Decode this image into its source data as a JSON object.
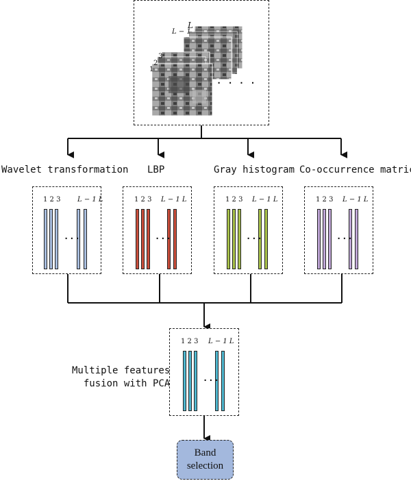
{
  "top_image": {
    "idx1": "1",
    "idx2": "2",
    "idx3": "3",
    "label_lm1": "L − 1",
    "label_l": "L",
    "dots": "· · · ·"
  },
  "panels": [
    {
      "title": "Wavelet transformation",
      "nums_left": "1 2 3",
      "nums_right": "L − 1 L",
      "dots": "···",
      "color": "#a9bedf"
    },
    {
      "title": "LBP",
      "nums_left": "1 2 3",
      "nums_right": "L − 1 L",
      "dots": "···",
      "color": "#c94e3c"
    },
    {
      "title": "Gray histogram",
      "nums_left": "1 2 3",
      "nums_right": "L − 1 L",
      "dots": "···",
      "color": "#a8c14a"
    },
    {
      "title": "Co-occurrence matrices",
      "nums_left": "1 2 3",
      "nums_right": "L − 1 L",
      "dots": "···",
      "color": "#bfa6d6"
    }
  ],
  "fusion": {
    "line1": "Multiple features",
    "line2": "fusion with PCA",
    "nums_left": "1 2 3",
    "nums_right": "L − 1 L",
    "dots": "···",
    "color": "#4fb7cf"
  },
  "band_selection": {
    "line1": "Band",
    "line2": "selection",
    "color": "#a3b8dd"
  }
}
